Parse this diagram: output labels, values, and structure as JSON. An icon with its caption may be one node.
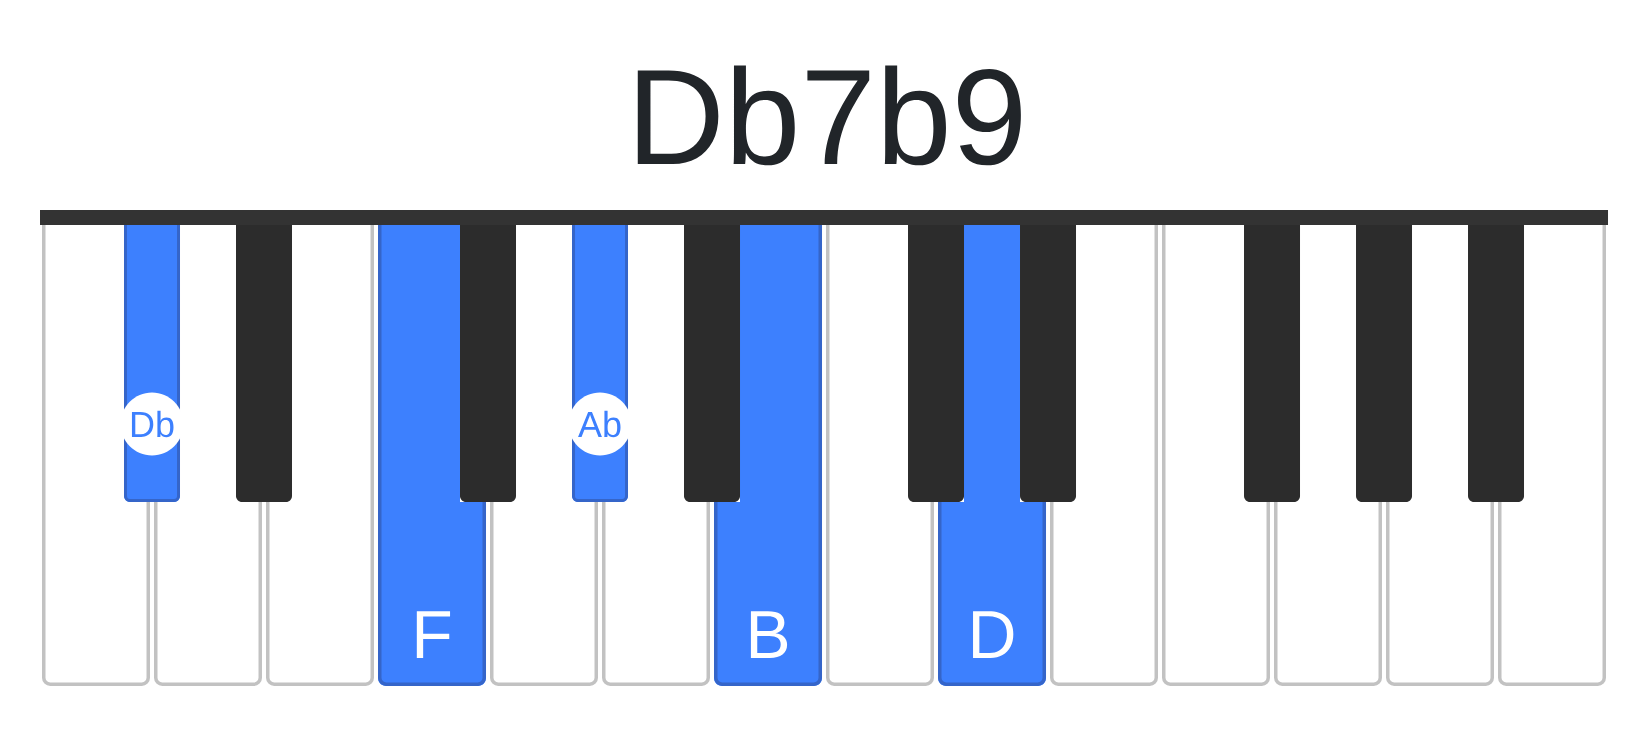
{
  "diagram": {
    "title": "Db7b9",
    "nodes": [
      {
        "text": [],
        "shape": "bar"
      },
      {
        "text": [],
        "shape": "box"
      },
      {
        "text": [
          "Db"
        ]
      },
      {
        "text": [],
        "shape": "box"
      },
      {
        "text": [],
        "shape": "box"
      },
      {
        "text": [],
        "shape": "box"
      },
      {
        "text": [
          "F"
        ]
      },
      {
        "text": [],
        "shape": "box"
      },
      {
        "text": [],
        "shape": "box"
      },
      {
        "text": [
          "Ab"
        ]
      },
      {
        "text": [],
        "shape": "box"
      },
      {
        "text": [],
        "shape": "box"
      },
      {
        "text": [
          "B"
        ]
      },
      {
        "text": [],
        "shape": "box"
      },
      {
        "text": [],
        "shape": "box"
      },
      {
        "text": [
          "D"
        ]
      },
      {
        "text": [],
        "shape": "box"
      },
      {
        "text": [],
        "shape": "box"
      },
      {
        "text": [],
        "shape": "box"
      },
      {
        "text": [],
        "shape": "box"
      },
      {
        "text": [],
        "shape": "box"
      },
      {
        "text": [],
        "shape": "box"
      },
      {
        "text": [],
        "shape": "box"
      },
      {
        "text": [],
        "shape": "box"
      },
      {
        "text": [],
        "shape": "box"
      }
    ]
  }
}
